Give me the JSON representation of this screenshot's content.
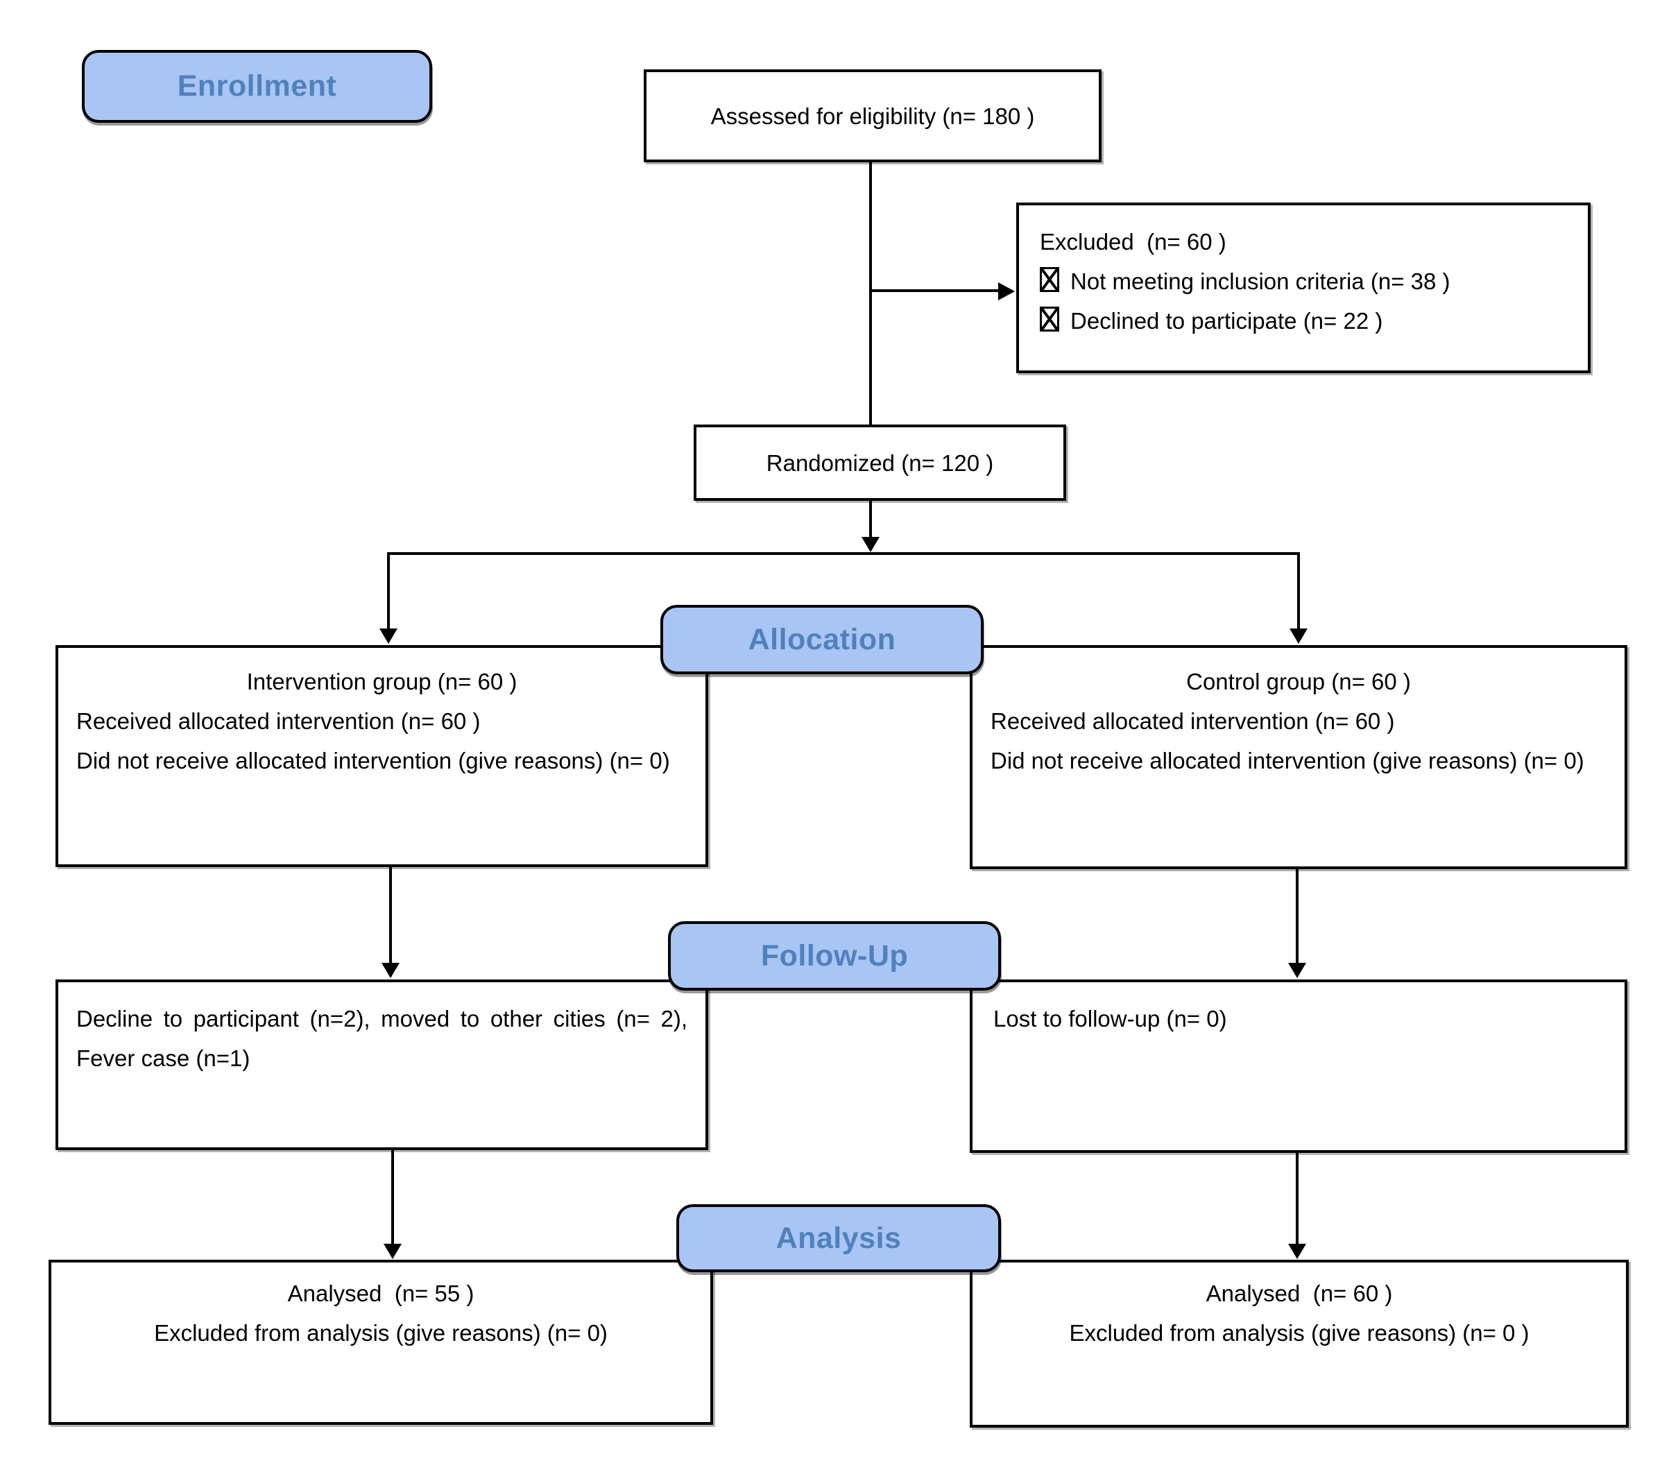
{
  "diagram": {
    "stages": {
      "enrollment": "Enrollment",
      "allocation": "Allocation",
      "followup": "Follow-Up",
      "analysis": "Analysis"
    },
    "assessed": "Assessed for eligibility (n= 180 )",
    "excluded": {
      "title": "Excluded  (n= 60 )",
      "items": [
        "Not meeting inclusion criteria (n= 38 )",
        "Declined to participate (n= 22 )"
      ]
    },
    "randomized": "Randomized (n= 120 )",
    "intervention": {
      "title": "Intervention group (n= 60 )",
      "received": "Received allocated intervention (n= 60 )",
      "not_received": "Did not receive allocated intervention (give reasons) (n= 0)"
    },
    "control": {
      "title": "Control group (n= 60 )",
      "received": "Received allocated intervention (n= 60 )",
      "not_received": "Did not receive allocated intervention (give reasons) (n= 0)"
    },
    "followup_left": "Decline to participant (n=2), moved to other cities (n= 2), Fever case (n=1)",
    "followup_right": "Lost to follow-up (n= 0)",
    "analysis_left": {
      "line1": "Analysed  (n= 55 )",
      "line2": "Excluded from analysis (give reasons) (n= 0)"
    },
    "analysis_right": {
      "line1": "Analysed  (n= 60 )",
      "line2": "Excluded from analysis (give reasons) (n= 0 )"
    },
    "colors": {
      "badge_fill": "#A9C5F3",
      "badge_text": "#4F81BD",
      "line": "#000000"
    }
  }
}
